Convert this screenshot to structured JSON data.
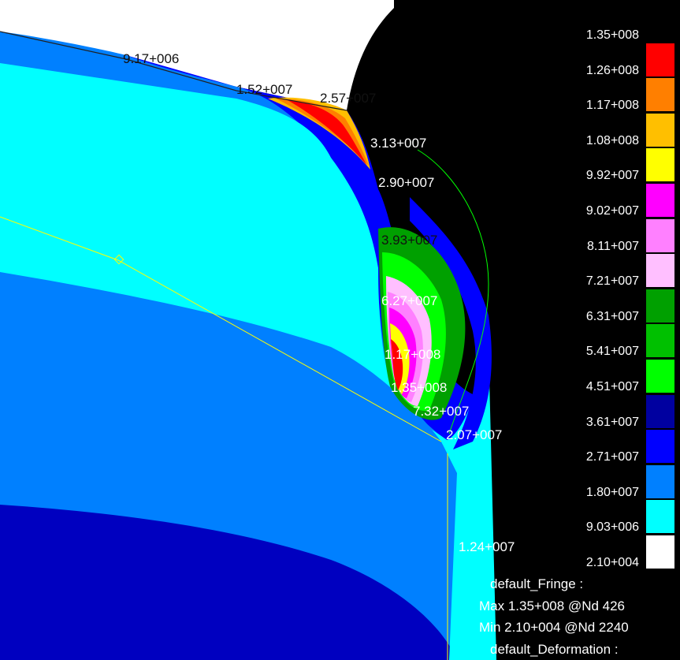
{
  "legend": {
    "values": [
      "1.35+008",
      "1.26+008",
      "1.17+008",
      "1.08+008",
      "9.92+007",
      "9.02+007",
      "8.11+007",
      "7.21+007",
      "6.31+007",
      "5.41+007",
      "4.51+007",
      "3.61+007",
      "2.71+007",
      "1.80+007",
      "9.03+006",
      "2.10+004"
    ],
    "colors": [
      "#000000",
      "#ff0000",
      "#ff7f00",
      "#ffbf00",
      "#ffff00",
      "#ff00ff",
      "#ff80ff",
      "#ffbfff",
      "#00a000",
      "#00c000",
      "#00ff00",
      "#0000a0",
      "#0000ff",
      "#0080ff",
      "#00ffff",
      "#ffffff"
    ]
  },
  "labels": {
    "l1": "9.17+006",
    "l2": "1.52+007",
    "l3": "2.57+007",
    "l4": "3.13+007",
    "l5": "2.90+007",
    "l6": "3.93+007",
    "l7": "6.27+007",
    "l8": "1.17+008",
    "l9": "1.35+008",
    "l10": "7.32+007",
    "l11": "2.07+007",
    "l12": "1.24+007"
  },
  "info": {
    "fringe": "default_Fringe :",
    "max": "Max 1.35+008 @Nd 426",
    "min": "Min 2.10+004 @Nd 2240",
    "deformation": "default_Deformation :"
  }
}
